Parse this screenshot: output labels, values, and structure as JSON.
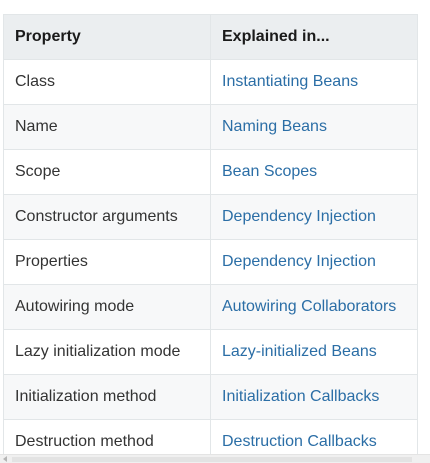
{
  "table": {
    "headers": [
      "Property",
      "Explained in..."
    ],
    "rows": [
      {
        "property": "Class",
        "link": "Instantiating Beans"
      },
      {
        "property": "Name",
        "link": "Naming Beans"
      },
      {
        "property": "Scope",
        "link": "Bean Scopes"
      },
      {
        "property": "Constructor arguments",
        "link": "Dependency Injection"
      },
      {
        "property": "Properties",
        "link": "Dependency Injection"
      },
      {
        "property": "Autowiring mode",
        "link": "Autowiring Collaborators"
      },
      {
        "property": "Lazy initialization mode",
        "link": "Lazy-initialized Beans"
      },
      {
        "property": "Initialization method",
        "link": "Initialization Callbacks"
      },
      {
        "property": "Destruction method",
        "link": "Destruction Callbacks"
      }
    ]
  },
  "colors": {
    "link": "#2b6ea6",
    "header_bg": "#ebeef0",
    "stripe_bg": "#f7f8f9",
    "border": "#e2e6e8"
  }
}
